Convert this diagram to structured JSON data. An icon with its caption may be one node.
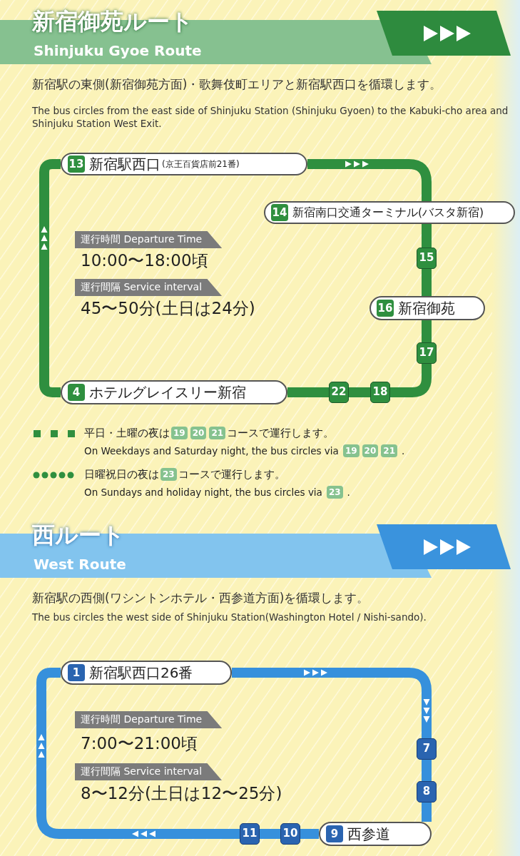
{
  "diagram": {
    "nodes": [
      {
        "text": [
          "13",
          "新宿駅西口",
          "(京王百貨店前21番)"
        ]
      },
      {
        "text": [
          "14",
          "新宿南口交通ターミナル(バスタ新宿)"
        ]
      },
      {
        "text": [
          "15"
        ]
      },
      {
        "text": [
          "16",
          "新宿御苑"
        ]
      },
      {
        "text": [
          "17"
        ]
      },
      {
        "text": [
          "4",
          "ホテルグレイスリー新宿"
        ]
      },
      {
        "text": [
          "22"
        ]
      },
      {
        "text": [
          "18"
        ]
      },
      {
        "text": [
          "1",
          "新宿駅西口26番"
        ]
      },
      {
        "text": [
          "7"
        ]
      },
      {
        "text": [
          "8"
        ]
      },
      {
        "text": [
          "11"
        ]
      },
      {
        "text": [
          "10"
        ]
      },
      {
        "text": [
          "9",
          "西参道"
        ]
      }
    ],
    "edges": [
      {
        "from": 0,
        "to": 1,
        "arrow": "to"
      },
      {
        "from": 1,
        "to": 2,
        "arrow": "none"
      },
      {
        "from": 2,
        "to": 3,
        "arrow": "none"
      },
      {
        "from": 3,
        "to": 4,
        "arrow": "none"
      },
      {
        "from": 4,
        "to": 7,
        "arrow": "none"
      },
      {
        "from": 7,
        "to": 6,
        "arrow": "none"
      },
      {
        "from": 6,
        "to": 5,
        "arrow": "none"
      },
      {
        "from": 5,
        "to": 0,
        "arrow": "to"
      },
      {
        "from": 8,
        "to": 9,
        "arrow": "to",
        "color": "#3690dc"
      },
      {
        "from": 9,
        "to": 10,
        "arrow": "none",
        "color": "#3690dc"
      },
      {
        "from": 10,
        "to": 13,
        "arrow": "none",
        "color": "#3690dc"
      },
      {
        "from": 13,
        "to": 12,
        "arrow": "none",
        "color": "#3690dc"
      },
      {
        "from": 12,
        "to": 11,
        "arrow": "none",
        "color": "#3690dc"
      },
      {
        "from": 11,
        "to": 8,
        "arrow": "to",
        "color": "#3690dc"
      }
    ],
    "labels": [
      "新宿御苑ルート",
      "Shinjuku Gyoe Route",
      "新宿駅の東側(新宿御苑方面)・歌舞伎町エリアと新宿駅西口を循環します。",
      "The bus circles from the east side of Shinjuku Station (Shinjuku Gyoen) to the Kabuki-cho area and Shinjuku Station West Exit.",
      "運行時間 Departure Time",
      "10:00〜18:00頃",
      "運行間隔 Service interval",
      "45〜50分(土日は24分)",
      "On Weekdays and Saturday night, the bus circles via",
      "19",
      "20",
      "21",
      ".",
      "On Sundays and holiday night, the bus circles via",
      "23",
      ".",
      "西ルート",
      "West Route",
      "新宿駅の西側(ワシントンホテル・西参道方面)を循環します。",
      "The bus circles the west side of Shinjuku Station(Washington Hotel / Nishi-sando).",
      "運行時間 Departure Time",
      "7:00〜21:00頃",
      "運行間隔 Service interval",
      "8〜12分(土日は12〜25分)"
    ],
    "legend": [
      {
        "text": "平日・土曜の夜は 19 20 21 コースで運行します。"
      },
      {
        "text": "日曜祝日の夜は 23 コースで運行します。"
      }
    ]
  }
}
